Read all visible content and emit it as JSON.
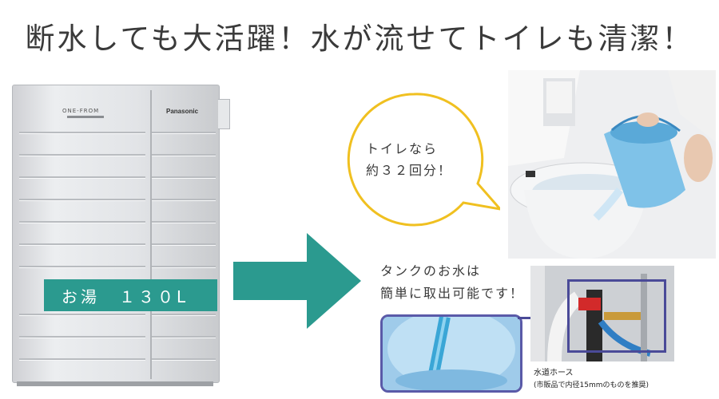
{
  "headline": "断水しても大活躍！水が流せてトイレも清潔！",
  "tank": {
    "brand_left": "ONE-FROM",
    "brand_right": "Panasonic",
    "capacity_label": "お湯　１３０L"
  },
  "bubble": {
    "line1": "トイレなら",
    "line2": "約３２回分！"
  },
  "tank_caption": {
    "line1": "タンクのお水は",
    "line2": "簡単に取出可能です！"
  },
  "hose": {
    "caption": "水道ホース",
    "sub": "(市販品で内径15mmのものを推奨)"
  },
  "colors": {
    "teal": "#2b9a8f",
    "bubble_border": "#f0c020",
    "frame": "#4a4a98"
  }
}
